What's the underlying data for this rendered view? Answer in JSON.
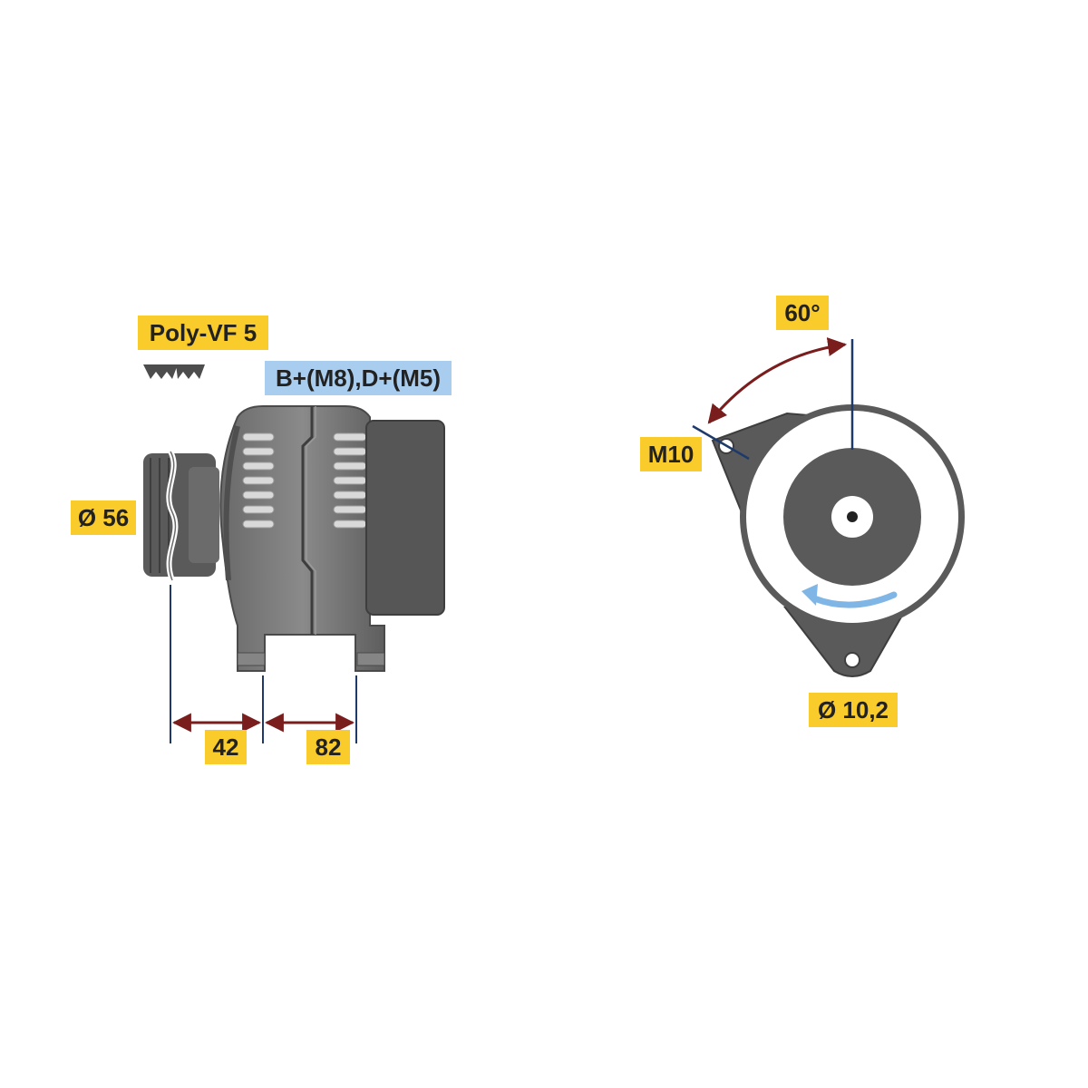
{
  "labels": {
    "belt": "Poly-VF 5",
    "terminals": "B+(M8),D+(M5)",
    "pulley_diameter": "Ø 56",
    "dim_a": "42",
    "dim_b": "82",
    "angle": "60°",
    "thread": "M10",
    "hole_diameter": "Ø 10,2"
  },
  "colors": {
    "label_yellow": "#f9cb2b",
    "label_blue": "#a9cdef",
    "body_dark": "#5a5a5a",
    "body_mid": "#7a7a7a",
    "dim_arrow": "#7a1d1d",
    "dim_line": "#1e3a6b",
    "rotation_arrow": "#7fb6e6"
  },
  "icons": {
    "belt_profile": "v-ribbed-belt-icon",
    "rotation": "curved-arrow-icon"
  }
}
